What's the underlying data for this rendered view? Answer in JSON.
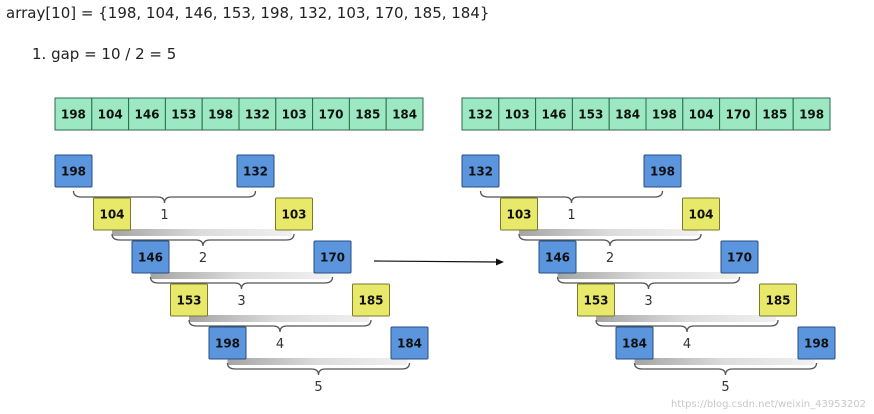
{
  "title": "array[10] = {198, 104, 146, 153, 198, 132, 103, 170, 185, 184}",
  "step": "1. gap = 10 / 2 = 5",
  "watermark": "https://blog.csdn.net/weixin_43953202",
  "colors": {
    "array_fill": "#9be8c2",
    "array_stroke": "#2d6b4d",
    "blue_fill": "#5b95de",
    "blue_stroke": "#274d80",
    "yellow_fill": "#e8e86a",
    "yellow_stroke": "#7a7a2a",
    "brace": "#555555",
    "arrow": "#111111"
  },
  "before": {
    "array": [
      198,
      104,
      146,
      153,
      198,
      132,
      103,
      170,
      185,
      184
    ],
    "pairs": [
      {
        "label": "1",
        "left": "198",
        "right": "132",
        "color": "blue"
      },
      {
        "label": "2",
        "left": "104",
        "right": "103",
        "color": "yellow"
      },
      {
        "label": "3",
        "left": "146",
        "right": "170",
        "color": "blue"
      },
      {
        "label": "4",
        "left": "153",
        "right": "185",
        "color": "yellow"
      },
      {
        "label": "5",
        "left": "198",
        "right": "184",
        "color": "blue"
      }
    ]
  },
  "after": {
    "array": [
      132,
      103,
      146,
      153,
      184,
      198,
      104,
      170,
      185,
      198
    ],
    "pairs": [
      {
        "label": "1",
        "left": "132",
        "right": "198",
        "color": "blue"
      },
      {
        "label": "2",
        "left": "103",
        "right": "104",
        "color": "yellow"
      },
      {
        "label": "3",
        "left": "146",
        "right": "170",
        "color": "blue"
      },
      {
        "label": "4",
        "left": "153",
        "right": "185",
        "color": "yellow"
      },
      {
        "label": "5",
        "left": "184",
        "right": "198",
        "color": "blue"
      }
    ]
  }
}
